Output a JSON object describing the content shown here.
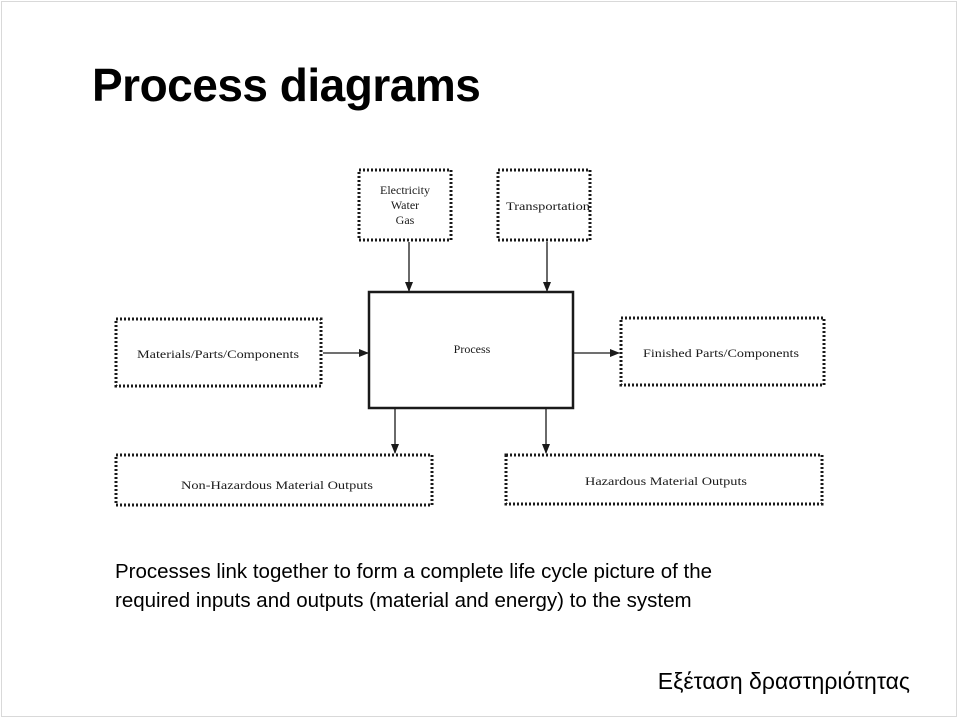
{
  "slide": {
    "title": "Process diagrams",
    "caption_line1": "Processes link together to form a complete life cycle picture of the",
    "caption_line2": "required inputs and outputs (material and energy) to the system",
    "footer": "Εξέταση δραστηριότητας"
  },
  "diagram": {
    "nodes": {
      "utilities": [
        "Electricity",
        "Water",
        "Gas"
      ],
      "transportation": "Transportation",
      "process": "Process",
      "materials": "Materials/Parts/Components",
      "finished": "Finished Parts/Components",
      "non_hazardous": "Non-Hazardous Material Outputs",
      "hazardous": "Hazardous Material Outputs"
    },
    "edges": [
      {
        "from": "utilities",
        "to": "process"
      },
      {
        "from": "transportation",
        "to": "process"
      },
      {
        "from": "materials",
        "to": "process"
      },
      {
        "from": "process",
        "to": "finished"
      },
      {
        "from": "process",
        "to": "non_hazardous"
      },
      {
        "from": "process",
        "to": "hazardous"
      }
    ]
  },
  "colors": {
    "line": "#1a1a1a",
    "frame": "#d9d9d9"
  }
}
